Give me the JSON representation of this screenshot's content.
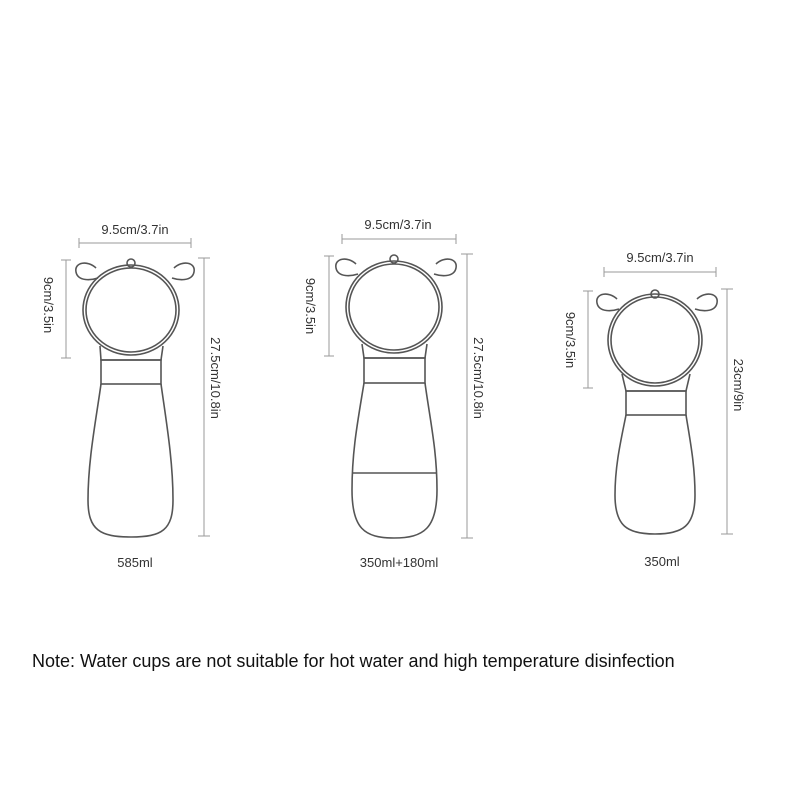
{
  "bottles": [
    {
      "id": "585ml",
      "width_label": "9.5cm/3.7in",
      "head_height_label": "9cm/3.5in",
      "total_height_label": "27.5cm/10.8in",
      "capacity_label": "585ml"
    },
    {
      "id": "350ml-180ml",
      "width_label": "9.5cm/3.7in",
      "head_height_label": "9cm/3.5in",
      "total_height_label": "27.5cm/10.8in",
      "capacity_label": "350ml+180ml"
    },
    {
      "id": "350ml",
      "width_label": "9.5cm/3.7in",
      "head_height_label": "9cm/3.5in",
      "total_height_label": "23cm/9in",
      "capacity_label": "350ml"
    }
  ],
  "note": "Note: Water cups are not suitable for hot water and high temperature disinfection",
  "colors": {
    "outline": "#555555",
    "dimension_line": "#9a9a9a",
    "text": "#333333",
    "background": "#ffffff"
  }
}
